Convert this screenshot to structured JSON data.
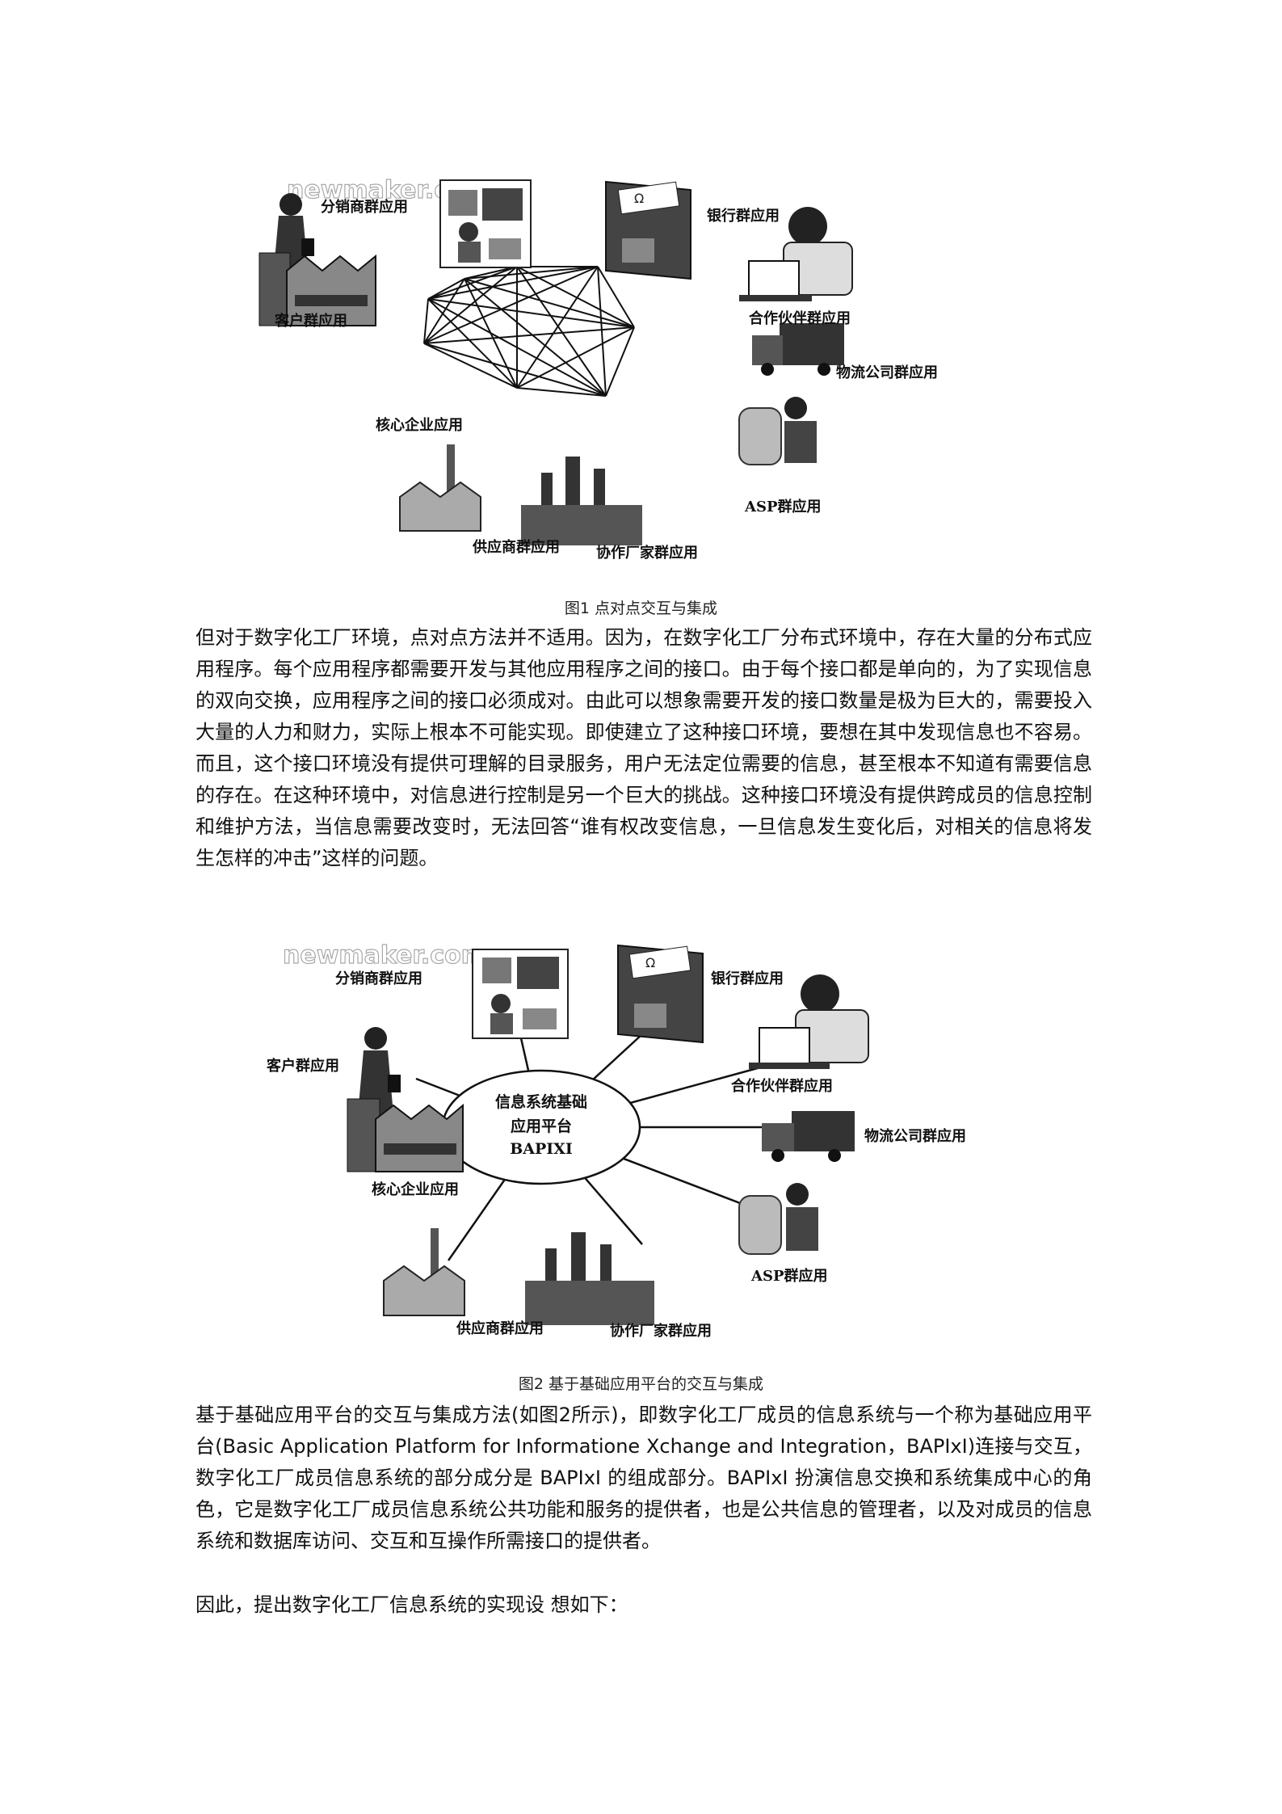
{
  "watermark": "newmaker.com",
  "figure1": {
    "caption": "图1  点对点交互与集成",
    "labels": {
      "distributor": "分销商群应用",
      "bank": "银行群应用",
      "partner": "合作伙伴群应用",
      "customer": "客户群应用",
      "logistics": "物流公司群应用",
      "core": "核心企业应用",
      "asp": "ASP群应用",
      "supplier": "供应商群应用",
      "coop": "协作厂家群应用"
    }
  },
  "paragraph1": "但对于数字化工厂环境，点对点方法并不适用。因为，在数字化工厂分布式环境中，存在大量的分布式应用程序。每个应用程序都需要开发与其他应用程序之间的接口。由于每个接口都是单向的，为了实现信息的双向交换，应用程序之间的接口必须成对。由此可以想象需要开发的接口数量是极为巨大的，需要投入大量的人力和财力，实际上根本不可能实现。即使建立了这种接口环境，要想在其中发现信息也不容易。而且，这个接口环境没有提供可理解的目录服务，用户无法定位需要的信息，甚至根本不知道有需要信息的存在。在这种环境中，对信息进行控制是另一个巨大的挑战。这种接口环境没有提供跨成员的信息控制和维护方法，当信息需要改变时，无法回答“谁有权改变信息，一旦信息发生变化后，对相关的信息将发生怎样的冲击”这样的问题。",
  "figure2": {
    "caption": "图2  基于基础应用平台的交互与集成",
    "hub": {
      "line1": "信息系统基础",
      "line2": "应用平台",
      "line3": "BAPIXI"
    },
    "labels": {
      "distributor": "分销商群应用",
      "bank": "银行群应用",
      "partner": "合作伙伴群应用",
      "customer": "客户群应用",
      "logistics": "物流公司群应用",
      "core": "核心企业应用",
      "asp": "ASP群应用",
      "supplier": "供应商群应用",
      "coop": "协作厂家群应用"
    }
  },
  "paragraph2": "基于基础应用平台的交互与集成方法(如图2所示)，即数字化工厂成员的信息系统与一个称为基础应用平台(Basic Application Platform for Informatione Xchange and Integration，BAPIxI)连接与交互，数字化工厂成员信息系统的部分成分是 BAPIxI 的组成部分。BAPIxI 扮演信息交换和系统集成中心的角色，它是数字化工厂成员信息系统公共功能和服务的提供者，也是公共信息的管理者，以及对成员的信息系统和数据库访问、交互和互操作所需接口的提供者。",
  "paragraph3": "因此，提出数字化工厂信息系统的实现设  想如下："
}
